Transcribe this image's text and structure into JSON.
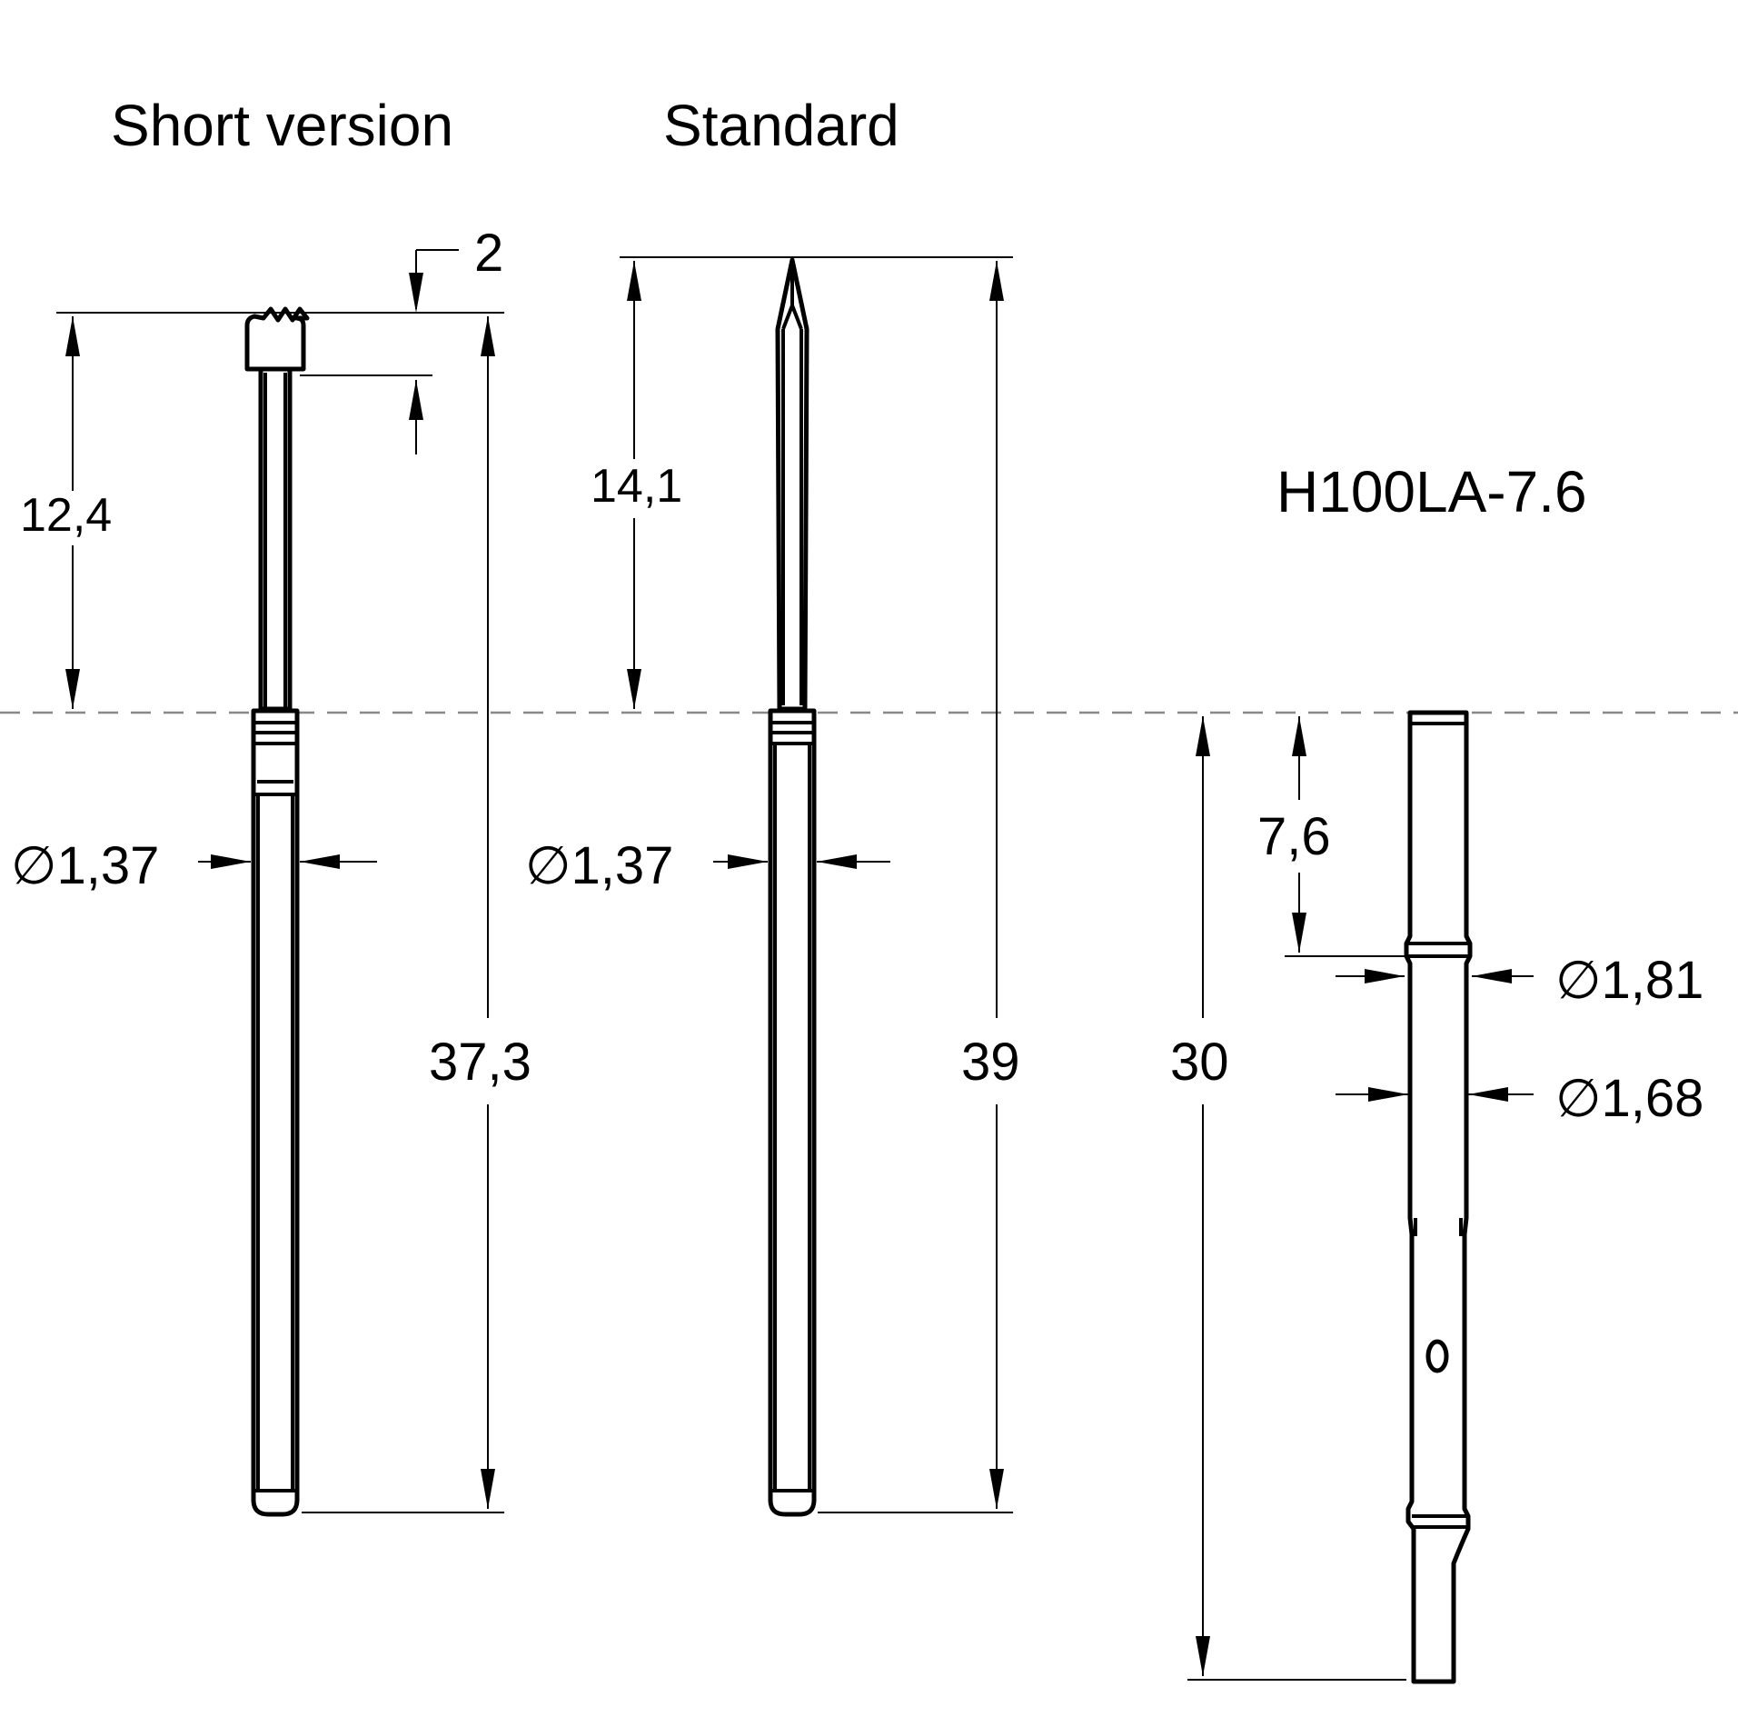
{
  "titles": {
    "short_version": "Short version",
    "standard": "Standard",
    "part_number": "H100LA-7.6"
  },
  "dimensions": {
    "short_tip_height": "2",
    "short_plunger_length": "12,4",
    "short_overall_length": "37,3",
    "short_diameter": "1,37",
    "standard_plunger_length": "14,1",
    "standard_overall_length": "39",
    "standard_diameter": "1,37",
    "receptacle_length": "30",
    "receptacle_press_depth": "7,6",
    "receptacle_diameter_collar": "1,81",
    "receptacle_diameter_body": "1,68"
  },
  "symbols": {
    "diameter": "∅"
  }
}
